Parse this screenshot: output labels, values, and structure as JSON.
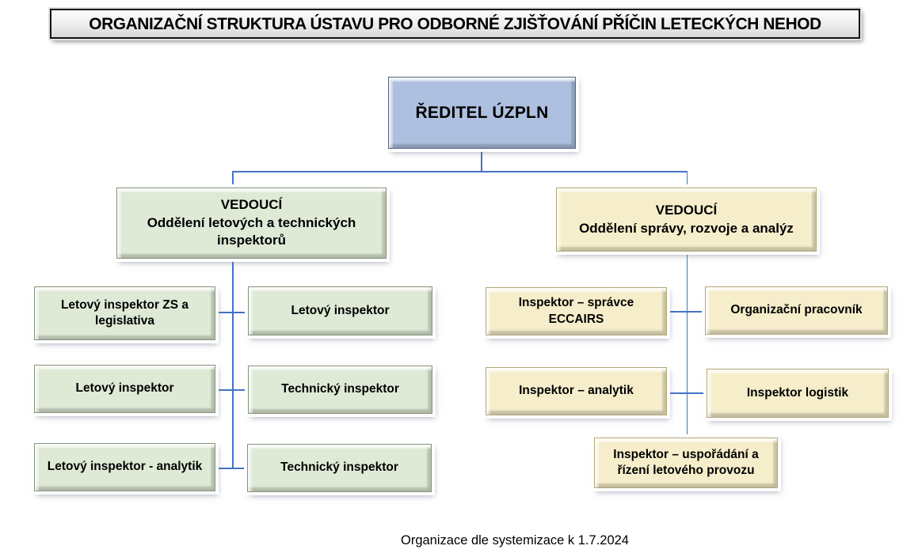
{
  "page": {
    "title": "ORGANIZAČNÍ STRUKTURA ÚSTAVU PRO ODBORNÉ ZJIŠŤOVÁNÍ PŘÍČIN LETECKÝCH NEHOD",
    "footer": "Organizace dle systemizace k 1.7.2024"
  },
  "org": {
    "director": {
      "label": "ŘEDITEL ÚZPLN"
    },
    "left_branch": {
      "head_title": "VEDOUCÍ",
      "head_subtitle": "Oddělení letových a technických inspektorů",
      "children": [
        {
          "label": "Letový inspektor ZS a legislativa"
        },
        {
          "label": "Letový inspektor"
        },
        {
          "label": "Letový inspektor"
        },
        {
          "label": "Technický inspektor"
        },
        {
          "label": "Letový inspektor - analytik"
        },
        {
          "label": "Technický inspektor"
        }
      ]
    },
    "right_branch": {
      "head_title": "VEDOUCÍ",
      "head_subtitle": "Oddělení správy, rozvoje a analýz",
      "children": [
        {
          "label": "Inspektor – správce ECCAIRS"
        },
        {
          "label": "Organizační pracovník"
        },
        {
          "label": "Inspektor – analytik"
        },
        {
          "label": "Inspektor logistik"
        },
        {
          "label": "Inspektor – uspořádání a řízení letového provozu"
        }
      ]
    }
  },
  "colors": {
    "connector": "#4472c4",
    "director_fill": "#aec0df",
    "left_branch_fill": "#dfead6",
    "right_branch_fill": "#f6eecb",
    "title_background": "#e8e8e8",
    "title_border": "#111111"
  }
}
